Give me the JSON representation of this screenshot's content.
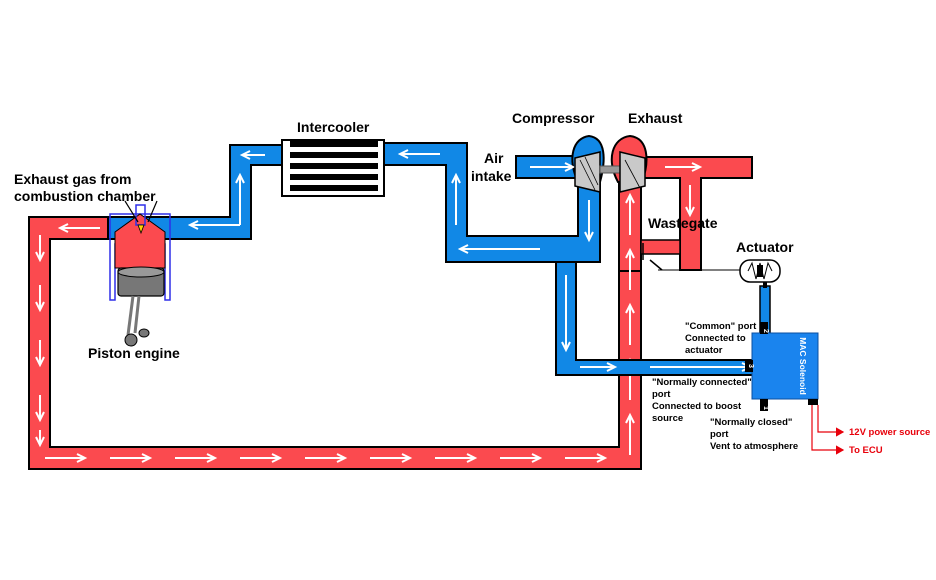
{
  "labels": {
    "intercooler": "Intercooler",
    "compressor": "Compressor",
    "exhaust": "Exhaust",
    "air_intake_line1": "Air",
    "air_intake_line2": "intake",
    "exhaust_gas_line1": "Exhaust gas from",
    "exhaust_gas_line2": "combustion chamber",
    "piston_engine": "Piston engine",
    "wastegate": "Wastegate",
    "actuator": "Actuator",
    "common_port_line1": "\"Common\" port",
    "common_port_line2": "Connected to",
    "common_port_line3": "actuator",
    "nc_port_line1": "\"Normally connected\"",
    "nc_port_line2": "port",
    "nc_port_line3": "Connected to boost",
    "nc_port_line4": "source",
    "ncl_port_line1": "\"Normally closed\"",
    "ncl_port_line2": "port",
    "ncl_port_line3": "Vent to atmosphere",
    "solenoid": "MAC Solenoid",
    "port_2": "2",
    "port_3": "3",
    "port_1": "1",
    "power": "12V power source",
    "ecu": "To ECU"
  },
  "colors": {
    "exhaust_pipe": "#fb4a4f",
    "intake_pipe": "#1188e6",
    "outline": "#000000",
    "solenoid": "#1a84ee",
    "signal": "#e8000b"
  }
}
